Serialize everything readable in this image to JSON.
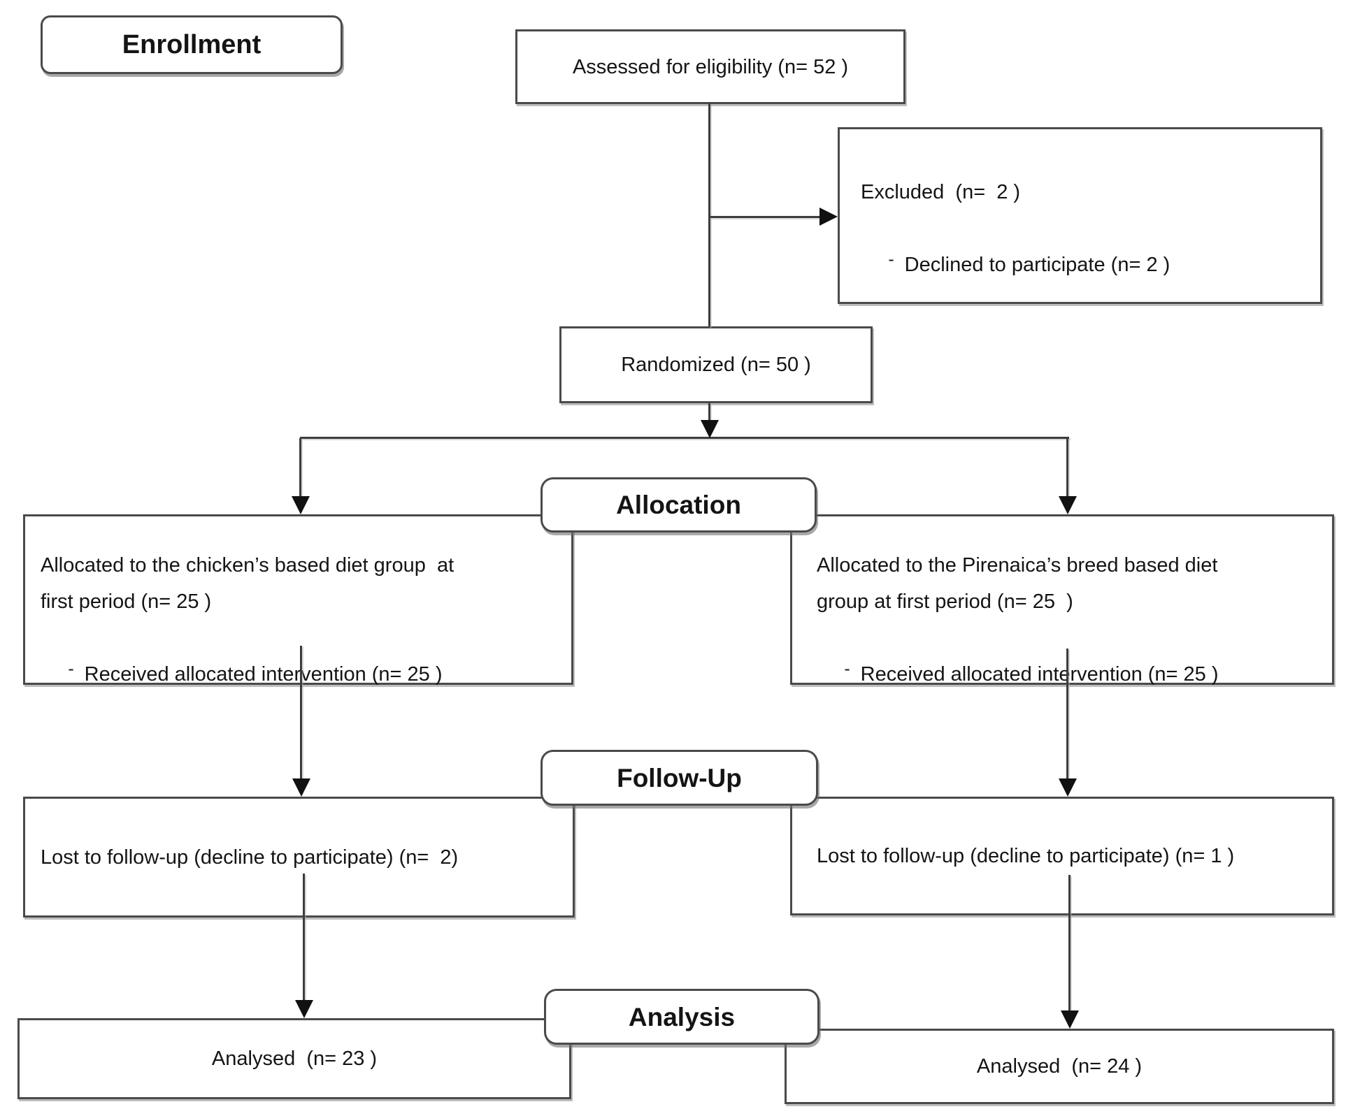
{
  "stage_labels": {
    "enrollment": "Enrollment",
    "allocation": "Allocation",
    "followup": "Follow-Up",
    "analysis": "Analysis"
  },
  "enrollment": {
    "assessed": "Assessed for eligibility (n= 52 )",
    "excluded": {
      "title": "Excluded  (n=  2 )",
      "bullet_dash": "-",
      "reason": "Declined to participate (n= 2 )"
    },
    "randomized": "Randomized (n= 50 )"
  },
  "allocation": {
    "left": {
      "line1": "Allocated to the chicken’s based diet group  at",
      "line2": "first period (n= 25 )",
      "bullet_dash": "-",
      "received": "Received allocated intervention (n= 25 )"
    },
    "right": {
      "line1": "Allocated to the Pirenaica’s breed based diet",
      "line2": "group at first period (n= 25  )",
      "bullet_dash": "-",
      "received": "Received allocated intervention (n= 25 )"
    }
  },
  "followup": {
    "left": "Lost to follow-up (decline to participate) (n=  2)",
    "right": "Lost to follow-up (decline to participate) (n= 1 )"
  },
  "analysis": {
    "left": "Analysed  (n= 23 )",
    "right": "Analysed  (n= 24 )"
  },
  "colors": {
    "box_border": "#4a4a4a",
    "connector_line": "#3d3d3d",
    "text": "#141414",
    "background": "#ffffff"
  }
}
